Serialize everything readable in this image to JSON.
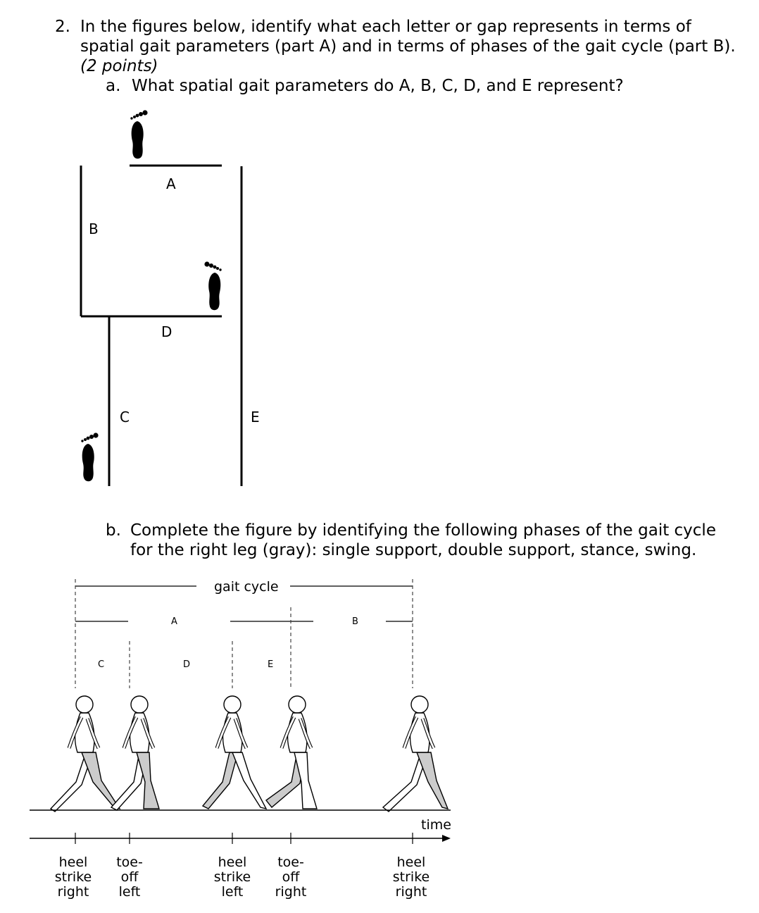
{
  "question": {
    "number": "2.",
    "text": "In the figures below, identify what each letter or gap represents in terms of spatial gait parameters (part A) and in terms of phases of the gait cycle (part B).",
    "points": "(2 points)"
  },
  "part_a": {
    "marker": "a.",
    "text": "What spatial gait parameters do A, B, C, D, and E represent?",
    "labels": [
      "A",
      "B",
      "C",
      "D",
      "E"
    ]
  },
  "part_b": {
    "marker": "b.",
    "text": "Complete the figure by identifying the following phases of the gait cycle for the right leg (gray): single support, double support, stance, swing.",
    "gait_cycle_label": "gait cycle",
    "labels": [
      "A",
      "B",
      "C",
      "D",
      "E"
    ],
    "time_label": "time",
    "events": [
      {
        "line1": "heel",
        "line2": "strike",
        "line3": "right"
      },
      {
        "line1": "toe-",
        "line2": "off",
        "line3": "left"
      },
      {
        "line1": "heel",
        "line2": "strike",
        "line3": "left"
      },
      {
        "line1": "toe-",
        "line2": "off",
        "line3": "right"
      },
      {
        "line1": "heel",
        "line2": "strike",
        "line3": "right"
      }
    ]
  },
  "colors": {
    "ink": "#000000",
    "right_leg_gray": "#cccccc",
    "dashed": "#444444"
  }
}
